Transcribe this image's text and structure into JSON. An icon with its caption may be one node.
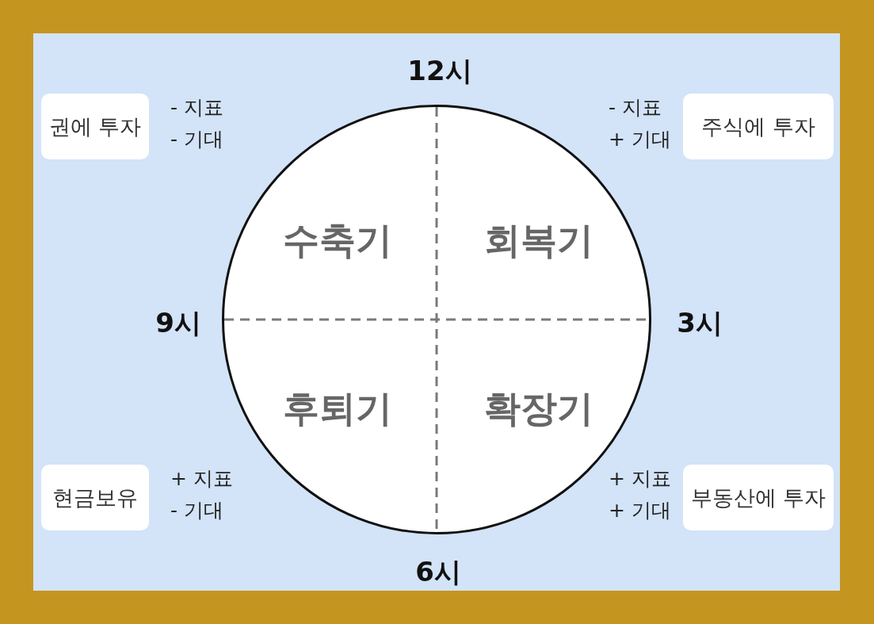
{
  "diagram": {
    "nodes": [
      {
        "text": [
          "권에 투자"
        ],
        "beside": [
          "- 지표",
          "- 기대"
        ]
      },
      {
        "text": [
          "주식에 투자"
        ],
        "beside": [
          "- 지표",
          "+ 기대"
        ]
      },
      {
        "text": [],
        "shape": "circle"
      },
      {
        "text": [
          "수축기"
        ],
        "in": 2
      },
      {
        "text": [
          "회복기"
        ],
        "in": 2
      },
      {
        "text": [
          "후퇴기"
        ],
        "in": 2
      },
      {
        "text": [
          "확장기"
        ],
        "in": 2
      },
      {
        "text": [
          "현금보유"
        ],
        "beside": [
          "+ 지표",
          "- 기대"
        ]
      },
      {
        "text": [
          "부동산에 투자"
        ],
        "beside": [
          "+ 지표",
          "+ 기대"
        ]
      }
    ],
    "labels": [
      "12시",
      "9시",
      "3시",
      "6시"
    ]
  }
}
